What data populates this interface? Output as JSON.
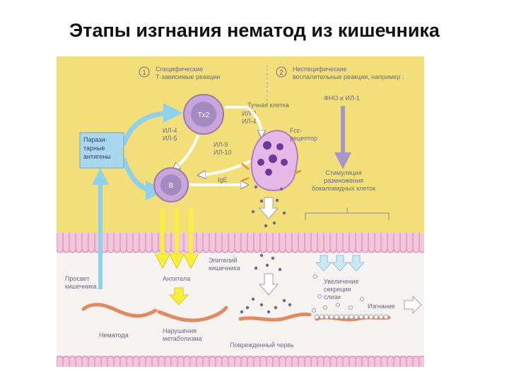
{
  "title": "Этапы изгнания нематод из кишечника",
  "labels": {
    "step1": "1",
    "step1_text": [
      "Специфические",
      "Т-зависимые реакции"
    ],
    "step2": "2",
    "step2_text": [
      "Неспецифические",
      "воспалительные реакции, например :"
    ],
    "tnf_il1": "ФНО и ИЛ-1",
    "mast_cell": "Тучная клетка",
    "il3_il4": [
      "ИЛ-3",
      "ИЛ-4"
    ],
    "fce": [
      "Fcε-",
      "рецептор"
    ],
    "th2": "Tх2",
    "il4_il5": [
      "ИЛ-4",
      "ИЛ-5"
    ],
    "il9_il10": [
      "ИЛ-9",
      "ИЛ-10"
    ],
    "parasite_antigens": [
      "Парази-",
      "тарные",
      "антигены"
    ],
    "b_cell": "В",
    "ige": "IgE",
    "goblet": [
      "Стимуляция",
      "размножения",
      "бокаловидных клеток"
    ],
    "epithelium": [
      "Эпителий",
      "кишечника"
    ],
    "lumen": [
      "Просвет",
      "кишечника"
    ],
    "antibodies": "Антитела",
    "mucus": [
      "Увеличение",
      "секреции",
      "слизи"
    ],
    "expulsion": "Изгнание",
    "nematode": "Нематода",
    "metabolism": [
      "Нарушения",
      "метаболизма"
    ],
    "damaged": "Поврежденный червь"
  },
  "colors": {
    "tissue": "#f3df7a",
    "lumen": "#f6f2f0",
    "epithelium": "#f3c6dc",
    "cell": "#c9a6d8",
    "arrow_blue": "#8fd0ea",
    "arrow_yellow": "#f6ee40",
    "worm": "#e08a60"
  }
}
